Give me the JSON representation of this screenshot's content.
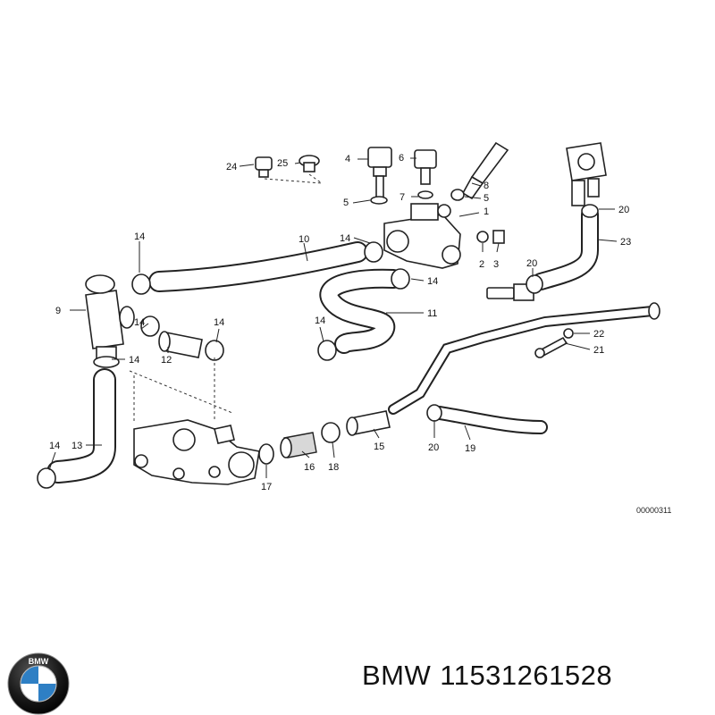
{
  "labels": {
    "l1": "1",
    "l2": "2",
    "l3": "3",
    "l4": "4",
    "l5a": "5",
    "l5b": "5",
    "l6": "6",
    "l7": "7",
    "l8": "8",
    "l9": "9",
    "l10": "10",
    "l11": "11",
    "l12": "12",
    "l13": "13",
    "l14a": "14",
    "l14b": "14",
    "l14c": "14",
    "l14d": "14",
    "l14e": "14",
    "l14f": "14",
    "l14g": "14",
    "l15": "15",
    "l16": "16",
    "l17": "17",
    "l18": "18",
    "l19": "19",
    "l20a": "20",
    "l20b": "20",
    "l20c": "20",
    "l21": "21",
    "l22": "22",
    "l23": "23",
    "l24": "24",
    "l25": "25"
  },
  "diagram_code": "00000311",
  "brand": {
    "name": "BMW",
    "part_number": "11531261528",
    "logo_text": "BMW"
  }
}
